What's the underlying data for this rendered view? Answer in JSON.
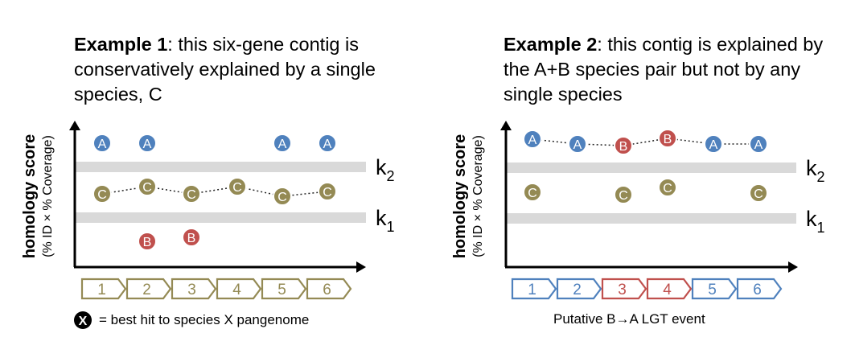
{
  "panels": [
    {
      "title_bold": "Example 1",
      "title_rest": ": this six-gene contig is conservatively explained by a single species, C",
      "y_label": "homology score",
      "y_sublabel": "(% ID × % Coverage)",
      "threshold_labels": [
        {
          "base": "k",
          "sub": "2"
        },
        {
          "base": "k",
          "sub": "1"
        }
      ],
      "genes": [
        {
          "label": "1",
          "species": "C"
        },
        {
          "label": "2",
          "species": "C"
        },
        {
          "label": "3",
          "species": "C"
        },
        {
          "label": "4",
          "species": "C"
        },
        {
          "label": "5",
          "species": "C"
        },
        {
          "label": "6",
          "species": "C"
        }
      ],
      "hits": [
        {
          "gene": 1,
          "species": "A",
          "level": "high"
        },
        {
          "gene": 2,
          "species": "A",
          "level": "high"
        },
        {
          "gene": 5,
          "species": "A",
          "level": "high"
        },
        {
          "gene": 6,
          "species": "A",
          "level": "high"
        },
        {
          "gene": 1,
          "species": "C",
          "level": "mid"
        },
        {
          "gene": 2,
          "species": "C",
          "level": "mid"
        },
        {
          "gene": 3,
          "species": "C",
          "level": "mid"
        },
        {
          "gene": 4,
          "species": "C",
          "level": "mid"
        },
        {
          "gene": 5,
          "species": "C",
          "level": "mid"
        },
        {
          "gene": 6,
          "species": "C",
          "level": "mid"
        },
        {
          "gene": 2,
          "species": "B",
          "level": "low"
        },
        {
          "gene": 3,
          "species": "B",
          "level": "low"
        }
      ],
      "path_species": "C",
      "legend": {
        "symbol": "X",
        "text": "= best hit to species X pangenome"
      }
    },
    {
      "title_bold": "Example 2",
      "title_rest": ": this contig is explained by the A+B species pair but not by any single species",
      "y_label": "homology score",
      "y_sublabel": "(% ID × % Coverage)",
      "threshold_labels": [
        {
          "base": "k",
          "sub": "2"
        },
        {
          "base": "k",
          "sub": "1"
        }
      ],
      "genes": [
        {
          "label": "1",
          "species": "A"
        },
        {
          "label": "2",
          "species": "A"
        },
        {
          "label": "3",
          "species": "B"
        },
        {
          "label": "4",
          "species": "B"
        },
        {
          "label": "5",
          "species": "A"
        },
        {
          "label": "6",
          "species": "A"
        }
      ],
      "hits": [
        {
          "gene": 1,
          "species": "A",
          "level": "high"
        },
        {
          "gene": 2,
          "species": "A",
          "level": "high"
        },
        {
          "gene": 3,
          "species": "B",
          "level": "high"
        },
        {
          "gene": 4,
          "species": "B",
          "level": "high"
        },
        {
          "gene": 5,
          "species": "A",
          "level": "high"
        },
        {
          "gene": 6,
          "species": "A",
          "level": "high"
        },
        {
          "gene": 1,
          "species": "C",
          "level": "mid"
        },
        {
          "gene": 3,
          "species": "C",
          "level": "mid"
        },
        {
          "gene": 4,
          "species": "C",
          "level": "mid"
        },
        {
          "gene": 6,
          "species": "C",
          "level": "mid"
        }
      ],
      "path_species": "A+B",
      "caption": "Putative B→A LGT event"
    }
  ],
  "species_colors": {
    "A": "#4f81bd",
    "B": "#c0504d",
    "C": "#948a54",
    "X": "#000000"
  },
  "gene_colors": {
    "A": "#4f81bd",
    "B": "#c0504d",
    "C": "#948a54"
  },
  "threshold_color": "#d9d9d9"
}
